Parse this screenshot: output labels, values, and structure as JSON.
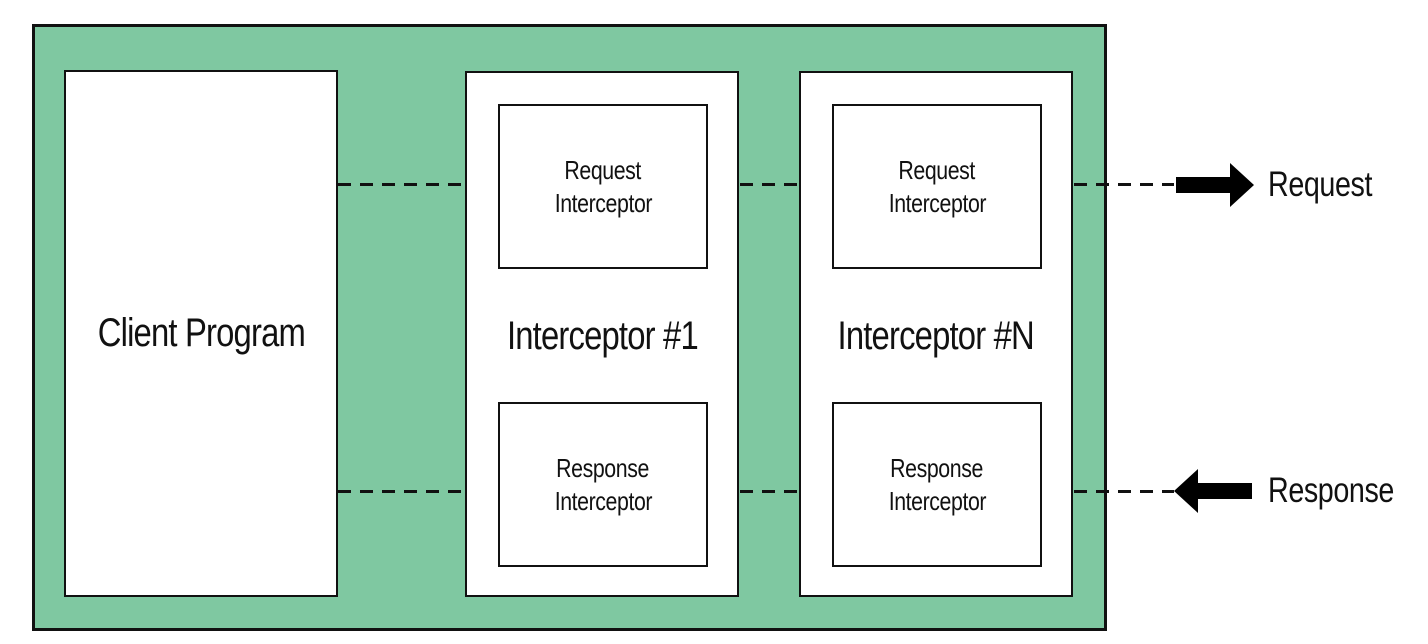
{
  "colors": {
    "container_fill": "#7fc8a1",
    "border": "#111111",
    "arrow": "#000000",
    "background": "#ffffff"
  },
  "client": {
    "label": "Client Program"
  },
  "interceptors": [
    {
      "title": "Interceptor #1",
      "request": {
        "line1": "Request",
        "line2": "Interceptor"
      },
      "response": {
        "line1": "Response",
        "line2": "Interceptor"
      }
    },
    {
      "title": "Interceptor #N",
      "request": {
        "line1": "Request",
        "line2": "Interceptor"
      },
      "response": {
        "line1": "Response",
        "line2": "Interceptor"
      }
    }
  ],
  "flows": [
    {
      "label": "Request",
      "direction": "right"
    },
    {
      "label": "Response",
      "direction": "left"
    }
  ]
}
